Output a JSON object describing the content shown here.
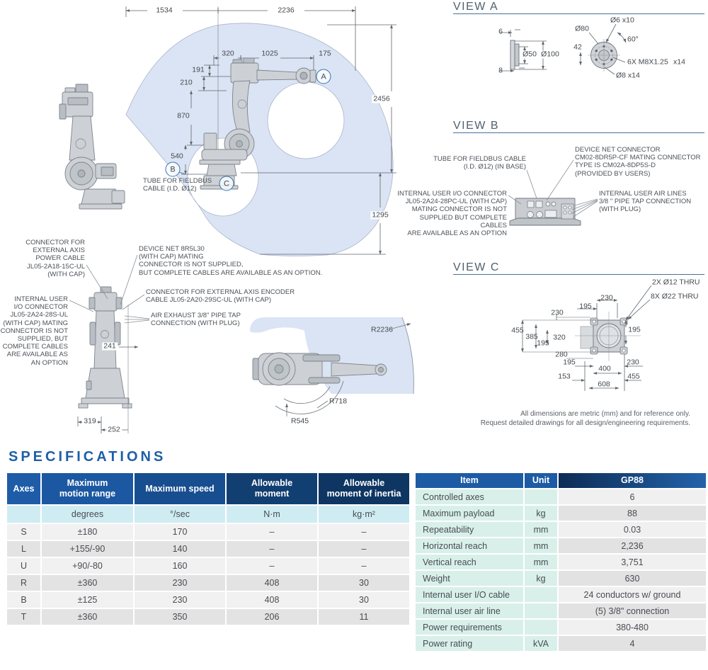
{
  "envelope": {
    "dims": {
      "total_left": "1534",
      "total_right": "2236",
      "d320": "320",
      "d1025": "1025",
      "d175": "175",
      "d191": "191",
      "d210": "210",
      "d870": "870",
      "d540": "540",
      "d2456": "2456",
      "d1295": "1295"
    },
    "points": {
      "a": "A",
      "b": "B",
      "c": "C"
    },
    "tube_note": "TUBE FOR FIELDBUS\nCABLE (I.D. Ø12)"
  },
  "callouts": {
    "ext_axis_power": "CONNECTOR FOR\nEXTERNAL AXIS\nPOWER CABLE\nJL05-2A18-15C-UL\n(WITH CAP)",
    "device_net": "DEVICE NET 8R5L30\n(WITH CAP) MATING\nCONNECTOR IS NOT SUPPLIED,\nBUT COMPLETE CABLES ARE AVAILABLE AS AN OPTION.",
    "internal_io": "INTERNAL USER\nI/O CONNECTOR\nJL05-2A24-28S-UL\n(WITH CAP) MATING\nCONNECTOR IS NOT\nSUPPLIED, BUT\nCOMPLETE CABLES\nARE AVAILABLE AS\nAN OPTION",
    "ext_axis_encoder": "CONNECTOR FOR EXTERNAL AXIS ENCODER\nCABLE JL05-2A20-29SC-UL (WITH CAP)",
    "air_exhaust": "AIR EXHAUST 3/8\" PIPE TAP\nCONNECTION (WITH PLUG)",
    "front_dims": {
      "d241": "241",
      "d319": "319",
      "d252": "252"
    }
  },
  "top_view": {
    "r2236": "R2236",
    "r718": "R718",
    "r545": "R545"
  },
  "view_a": {
    "title": "VIEW A",
    "d6": "6",
    "d8": "8",
    "d50": "Ø50",
    "d100": "Ø100",
    "d80": "Ø80",
    "d42": "42",
    "d6x10": "Ø6  x10",
    "d60": "60°",
    "bolt_spec": "6X M8X1.25",
    "depth": "x14",
    "d8x14": "Ø8  x14"
  },
  "view_b": {
    "title": "VIEW B",
    "tube_note": "TUBE FOR FIELDBUS CABLE\n(I.D. Ø12) (IN BASE)",
    "device_net_note": "DEVICE NET CONNECTOR\nCM02-8DR5P-CF  MATING CONNECTOR\nTYPE IS CM02A-8DP5S-D\n(PROVIDED BY USERS)",
    "io_note": "INTERNAL USER I/O CONNECTOR\nJL05-2A24-28PC-UL (WITH CAP)\nMATING CONNECTOR IS NOT\nSUPPLIED BUT COMPLETE CABLES\nARE AVAILABLE AS AN OPTION",
    "air_note": "INTERNAL USER AIR LINES\n3/8 \" PIPE TAP CONNECTION\n(WITH PLUG)"
  },
  "view_c": {
    "title": "VIEW C",
    "thru1": "2X Ø12 THRU",
    "thru2": "8X Ø22 THRU",
    "d230_top": "230",
    "d195_top": "195",
    "d230_left": "230",
    "d455_left": "455",
    "d385": "385",
    "d195_left": "195",
    "d320": "320",
    "d195_right": "195",
    "d280": "280",
    "d195_bottom": "195",
    "d400": "400",
    "d230_bottom": "230",
    "d153": "153",
    "d455_bottom": "455",
    "d608": "608"
  },
  "footnote": {
    "line1": "All dimensions are metric (mm) and for reference only.",
    "line2": "Request detailed drawings for all design/engineering requirements."
  },
  "specs": {
    "title": "SPECIFICATIONS",
    "motion_table": {
      "headers": [
        "Axes",
        "Maximum\nmotion range",
        "Maximum speed",
        "Allowable\nmoment",
        "Allowable\nmoment of inertia"
      ],
      "units": [
        "",
        "degrees",
        "°/sec",
        "N·m",
        "kg·m²"
      ],
      "rows": [
        [
          "S",
          "±180",
          "170",
          "–",
          "–"
        ],
        [
          "L",
          "+155/-90",
          "140",
          "–",
          "–"
        ],
        [
          "U",
          "+90/-80",
          "160",
          "–",
          "–"
        ],
        [
          "R",
          "±360",
          "230",
          "408",
          "30"
        ],
        [
          "B",
          "±125",
          "230",
          "408",
          "30"
        ],
        [
          "T",
          "±360",
          "350",
          "206",
          "11"
        ]
      ]
    },
    "model_table": {
      "headers": [
        "Item",
        "Unit",
        "GP88"
      ],
      "rows": [
        [
          "Controlled axes",
          "",
          "6"
        ],
        [
          "Maximum payload",
          "kg",
          "88"
        ],
        [
          "Repeatability",
          "mm",
          "0.03"
        ],
        [
          "Horizontal reach",
          "mm",
          "2,236"
        ],
        [
          "Vertical reach",
          "mm",
          "3,751"
        ],
        [
          "Weight",
          "kg",
          "630"
        ],
        [
          "Internal user I/O cable",
          "",
          "24 conductors w/ ground"
        ],
        [
          "Internal user air line",
          "",
          "(5) 3/8\" connection"
        ],
        [
          "Power requirements",
          "",
          "380-480"
        ],
        [
          "Power rating",
          "kVA",
          "4"
        ]
      ]
    }
  }
}
